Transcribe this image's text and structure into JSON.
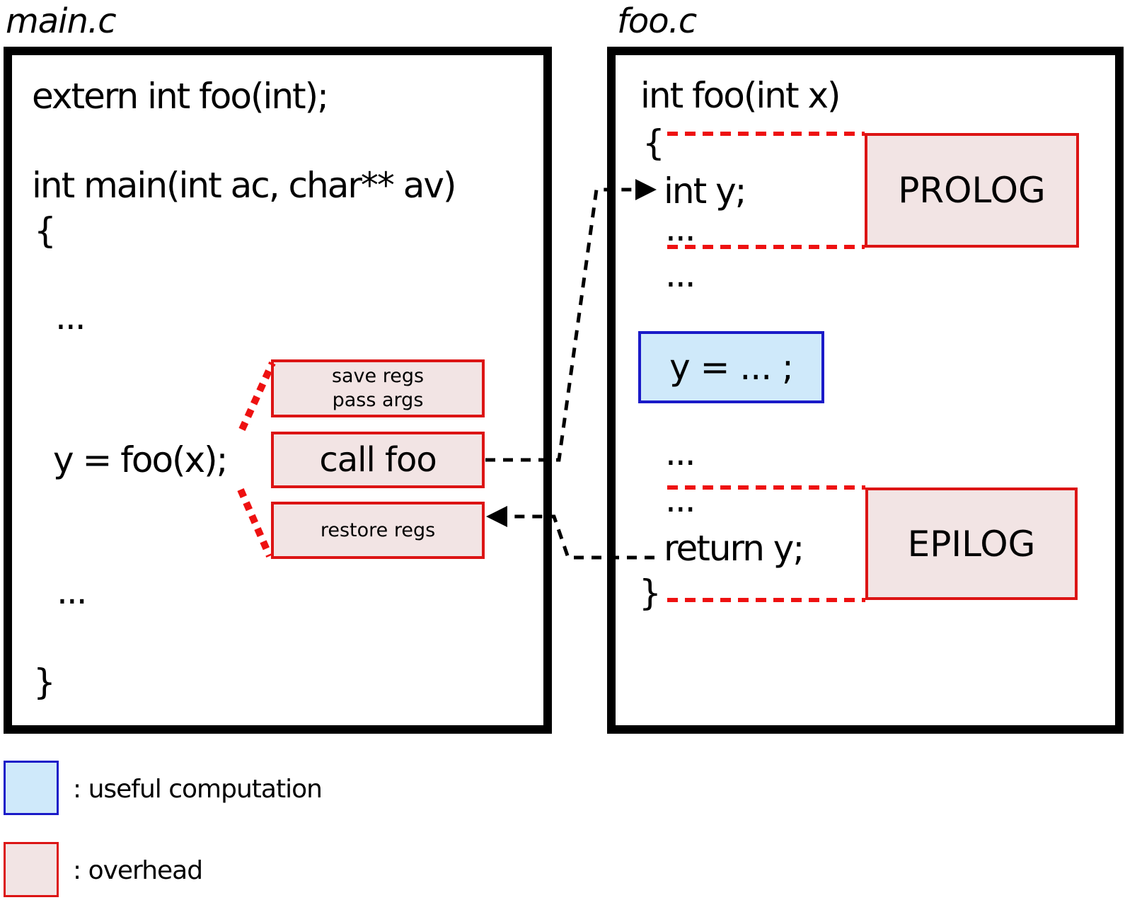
{
  "titles": {
    "main": "main.c",
    "foo": "foo.c"
  },
  "main_box": {
    "extern_decl": "extern int foo(int);",
    "main_signature": "int main(int ac, char** av)",
    "open_brace": "{",
    "ellipsis1": "...",
    "call_statement": "y = foo(x);",
    "ellipsis2": "...",
    "close_brace": "}",
    "steps": {
      "save_regs": "save regs",
      "pass_args": "pass args",
      "call_foo": "call foo",
      "restore_regs": "restore regs"
    }
  },
  "foo_box": {
    "signature": "int foo(int x)",
    "open_brace": "{",
    "declaration": "int y;",
    "ellipsis1": "...",
    "ellipsis2": "...",
    "computation": "y = ... ;",
    "ellipsis3": "...",
    "ellipsis4": "...",
    "return_statement": "return y;",
    "close_brace": "}",
    "prolog_label": "PROLOG",
    "epilog_label": "EPILOG"
  },
  "legend": {
    "useful": ": useful computation",
    "overhead": ": overhead"
  },
  "colors": {
    "overhead_fill": "#f2e4e4",
    "overhead_border": "#dc1414",
    "useful_fill": "#cfe9fa",
    "useful_border": "#1a1ac8",
    "red_dotted_line": "#ee1111",
    "black_dashed_line": "#000000"
  }
}
